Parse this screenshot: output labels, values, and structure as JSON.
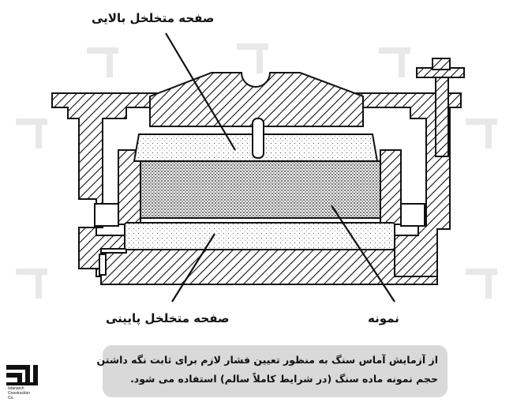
{
  "labels": {
    "top_plate": "صفحه متخلخل بالایی",
    "bottom_plate": "صفحه متخلخل پایینی",
    "sample": "نمونه"
  },
  "caption": {
    "line1": "از آزمایش آماس سنگ به منظور تعیین فشار لازم برای ثابت نگه داشتن",
    "line2": "حجم نمونه ماده سنگ (در شرایط کاملاً سالم) استفاده می شود."
  },
  "logo": {
    "line1": "Istanarch",
    "line2": "Construction",
    "line3": "Co."
  },
  "colors": {
    "ink": "#111111",
    "caption_bg": "#d9d9d9",
    "watermark": "#e6e6e6"
  }
}
